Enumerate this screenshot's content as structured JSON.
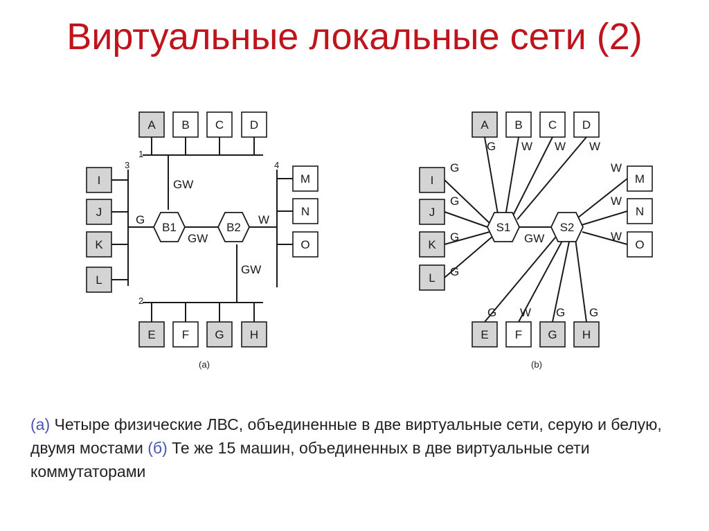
{
  "title": "Виртуальные локальные сети (2)",
  "diagram_a": {
    "sublabel": "(a)",
    "hosts_top": [
      "A",
      "B",
      "C",
      "D"
    ],
    "hosts_left": [
      "I",
      "J",
      "K",
      "L"
    ],
    "hosts_right": [
      "M",
      "N",
      "O"
    ],
    "hosts_bottom": [
      "E",
      "F",
      "G",
      "H"
    ],
    "lan_numbers": [
      "1",
      "2",
      "3",
      "4"
    ],
    "bridges": [
      "B1",
      "B2"
    ],
    "link_labels": {
      "top_gw": "GW",
      "bridge_gw": "GW",
      "bottom_gw": "GW",
      "left_g": "G",
      "right_w": "W"
    }
  },
  "diagram_b": {
    "sublabel": "(b)",
    "hosts_top": [
      "A",
      "B",
      "C",
      "D"
    ],
    "hosts_top_vlan": [
      "G",
      "W",
      "W",
      "W"
    ],
    "hosts_left": [
      "I",
      "J",
      "K",
      "L"
    ],
    "hosts_left_vlan": [
      "G",
      "G",
      "G",
      "G"
    ],
    "hosts_right": [
      "M",
      "N",
      "O"
    ],
    "hosts_right_vlan": [
      "W",
      "W",
      "W"
    ],
    "hosts_bottom": [
      "E",
      "F",
      "G",
      "H"
    ],
    "hosts_bottom_vlan": [
      "G",
      "W",
      "G",
      "G"
    ],
    "switches": [
      "S1",
      "S2"
    ],
    "switch_link_label": "GW"
  },
  "caption": {
    "mark_a": "(а)",
    "text_a": " Четыре физические ЛВС, объединенные в две виртуальные сети, серую и белую, двумя мостами ",
    "mark_b": "(б)",
    "text_b": " Те же 15 машин, объединенных в две виртуальные сети коммутаторами"
  },
  "colors": {
    "title": "#c0141c",
    "caption_mark": "#4a55b5",
    "grey_host": "#d4d4d4",
    "white_host": "#ffffff"
  }
}
